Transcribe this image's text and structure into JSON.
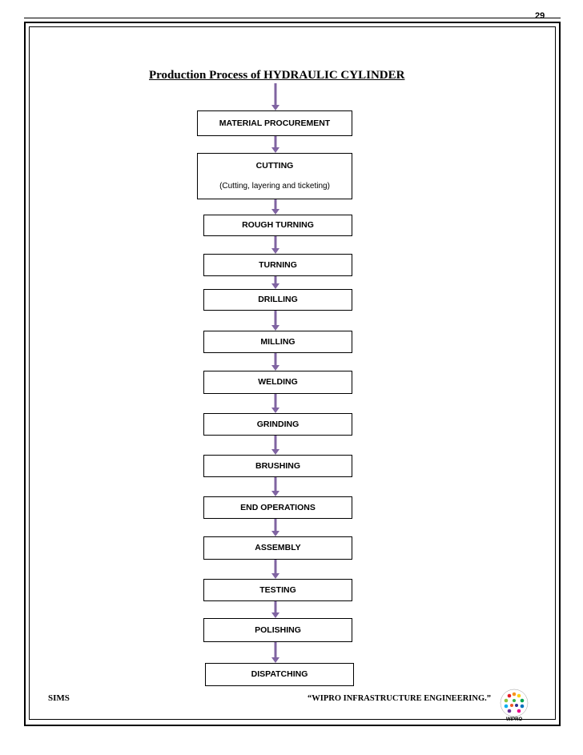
{
  "page_number": "29",
  "title": "Production Process of HYDRAULIC CYLINDER",
  "steps": [
    {
      "label": "MATERIAL PROCUREMENT",
      "sub": ""
    },
    {
      "label": "CUTTING",
      "sub": "(Cutting, layering and ticketing)"
    },
    {
      "label": "ROUGH TURNING",
      "sub": ""
    },
    {
      "label": "TURNING",
      "sub": ""
    },
    {
      "label": "DRILLING",
      "sub": ""
    },
    {
      "label": "MILLING",
      "sub": ""
    },
    {
      "label": "WELDING",
      "sub": ""
    },
    {
      "label": "GRINDING",
      "sub": ""
    },
    {
      "label": "BRUSHING",
      "sub": ""
    },
    {
      "label": "END OPERATIONS",
      "sub": ""
    },
    {
      "label": "ASSEMBLY",
      "sub": ""
    },
    {
      "label": "TESTING",
      "sub": ""
    },
    {
      "label": "POLISHING",
      "sub": ""
    },
    {
      "label": "DISPATCHING",
      "sub": ""
    }
  ],
  "footer": {
    "left": "SIMS",
    "right": "“WIPRO INFRASTRUCTURE ENGINEERING.”",
    "logo_text": "WIPRO"
  },
  "colors": {
    "arrow": "#8064a2",
    "border": "#000000"
  }
}
